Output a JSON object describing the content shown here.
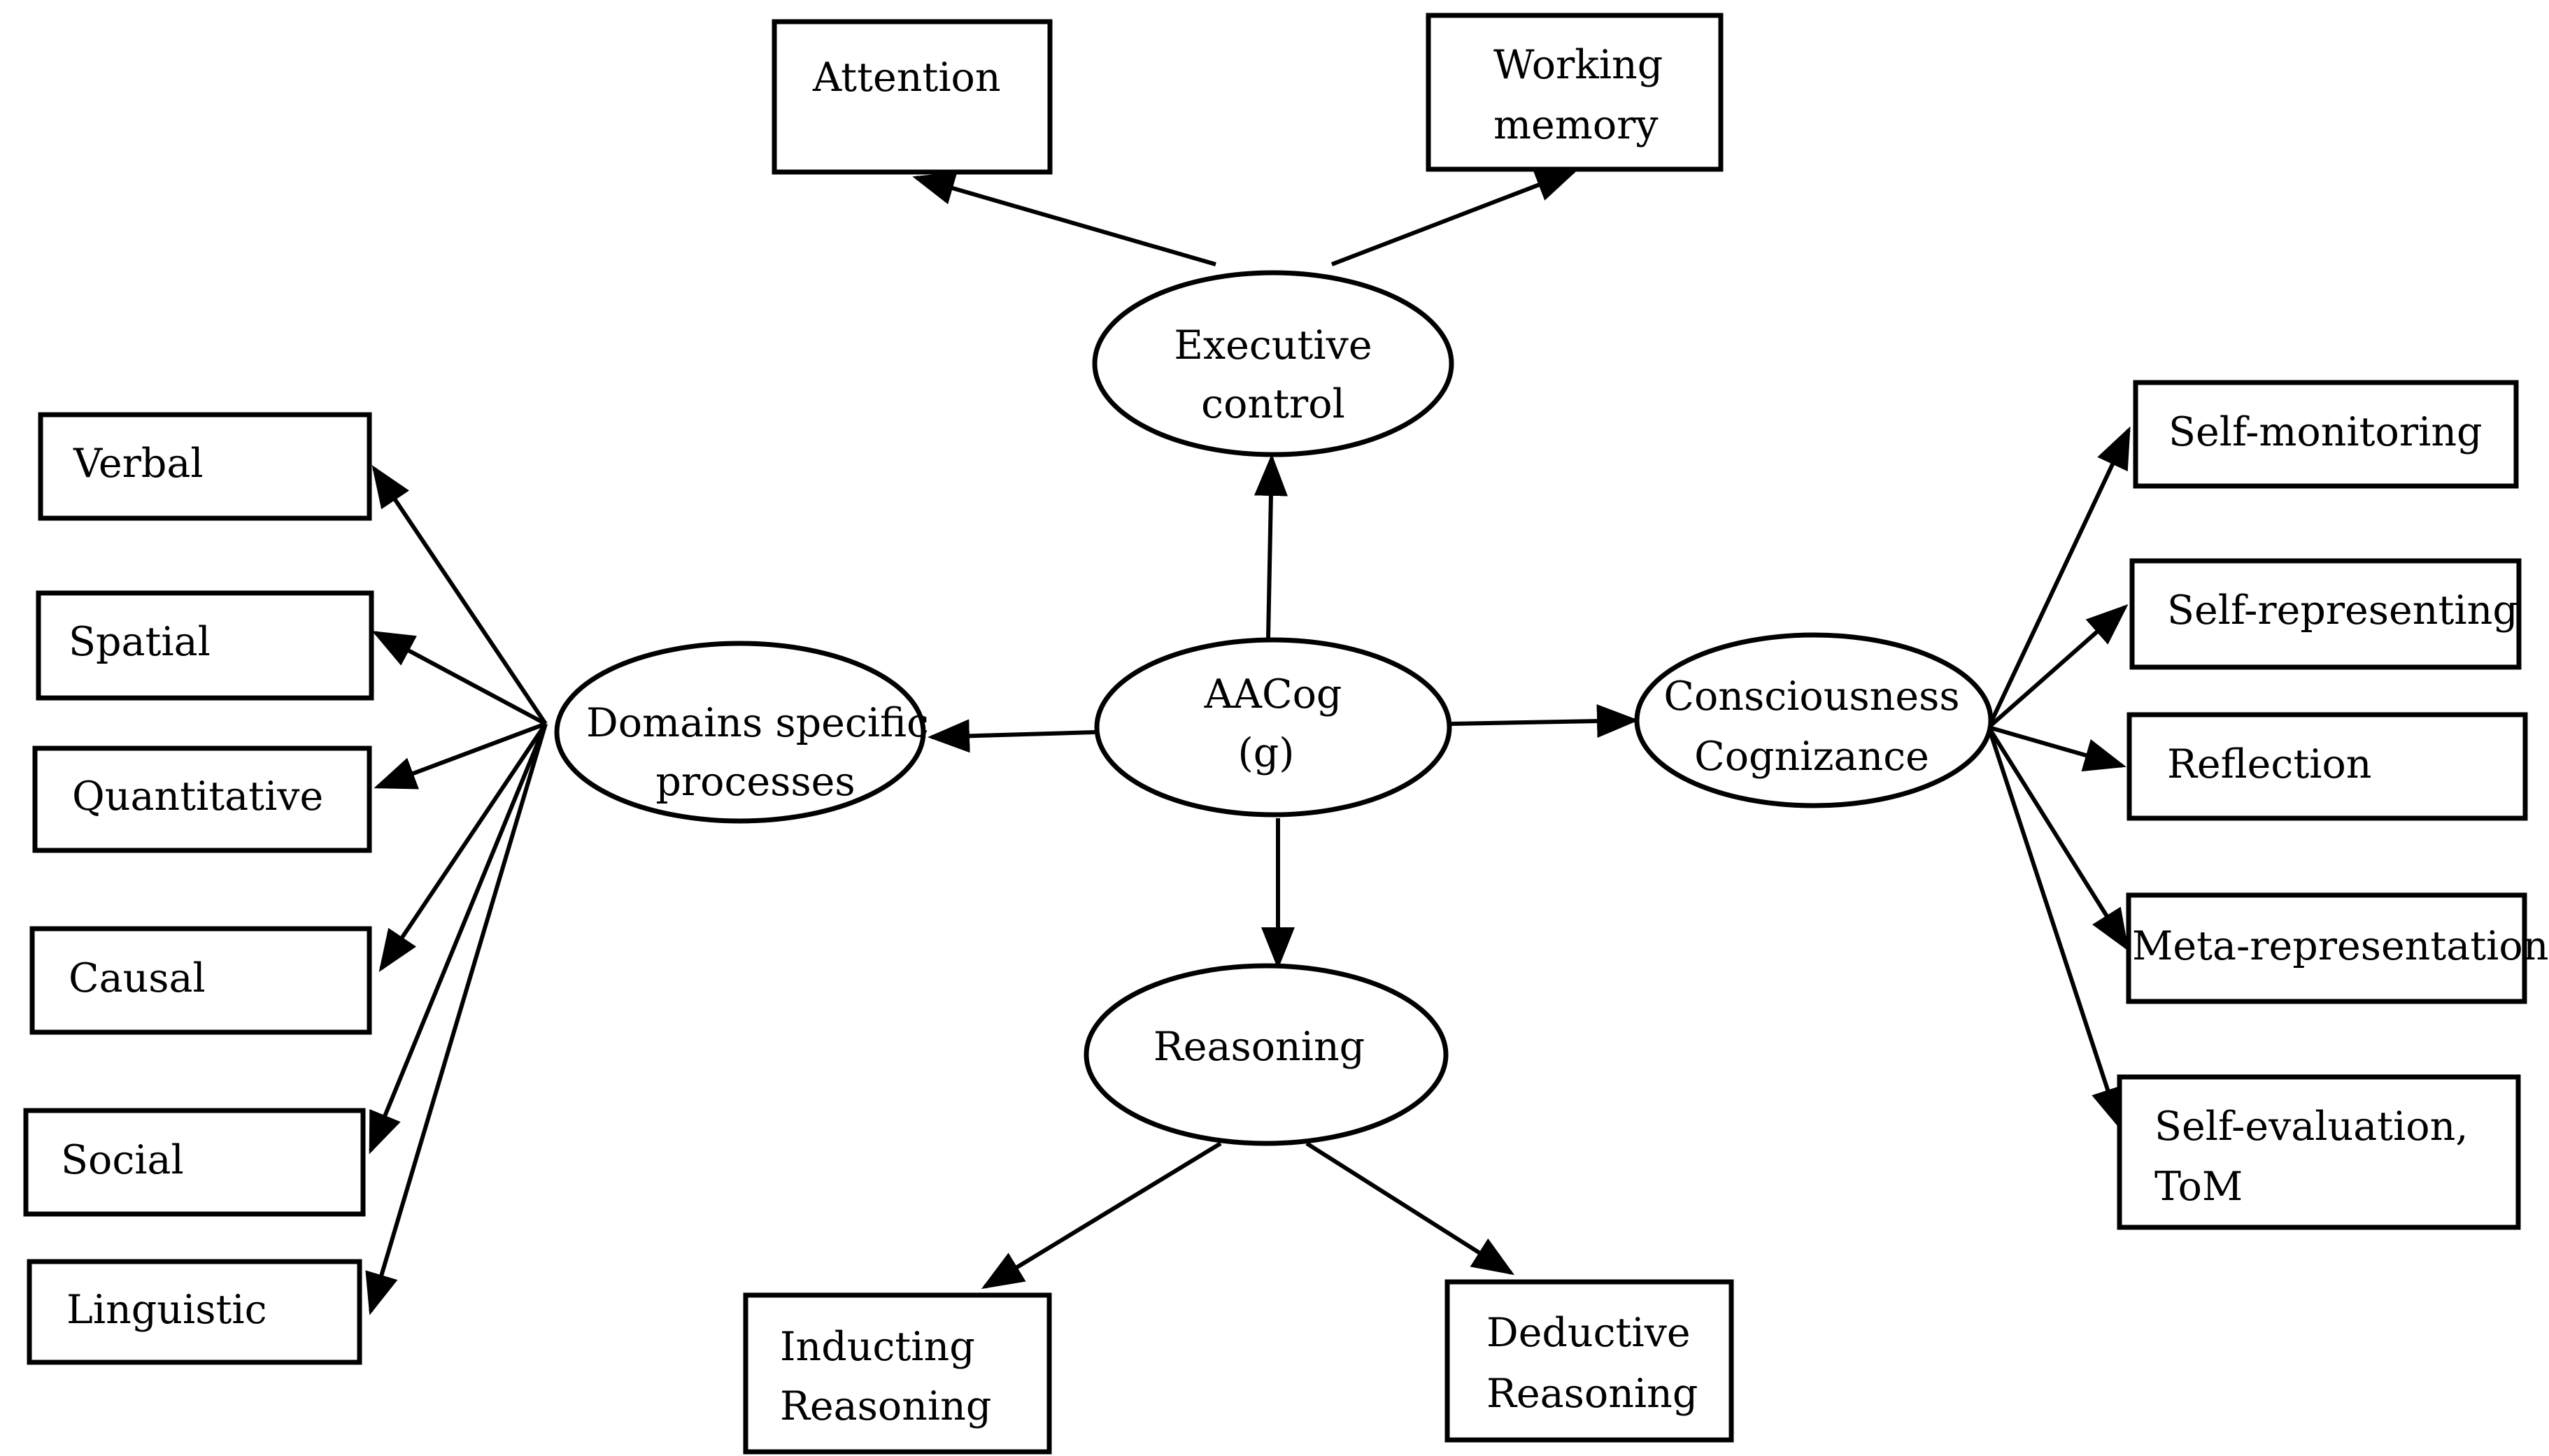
{
  "nodes": {
    "center": {
      "lines": [
        "AACog",
        "(g)"
      ],
      "shape": "ellipse"
    },
    "executive_control": {
      "lines": [
        "Executive",
        "control"
      ],
      "shape": "ellipse"
    },
    "domains_specific": {
      "lines": [
        "Domains specific",
        "processes"
      ],
      "shape": "ellipse"
    },
    "consciousness": {
      "lines": [
        "Consciousness",
        "Cognizance"
      ],
      "shape": "ellipse"
    },
    "reasoning": {
      "lines": [
        "Reasoning"
      ],
      "shape": "ellipse"
    },
    "attention": {
      "lines": [
        "Attention"
      ],
      "shape": "box"
    },
    "working_memory": {
      "lines": [
        "Working",
        "memory"
      ],
      "shape": "box"
    },
    "verbal": {
      "lines": [
        "Verbal"
      ],
      "shape": "box"
    },
    "spatial": {
      "lines": [
        "Spatial"
      ],
      "shape": "box"
    },
    "quantitative": {
      "lines": [
        "Quantitative"
      ],
      "shape": "box"
    },
    "causal": {
      "lines": [
        "Causal"
      ],
      "shape": "box"
    },
    "social": {
      "lines": [
        "Social"
      ],
      "shape": "box"
    },
    "linguistic": {
      "lines": [
        "Linguistic"
      ],
      "shape": "box"
    },
    "self_monitoring": {
      "lines": [
        "Self-monitoring"
      ],
      "shape": "box"
    },
    "self_representing": {
      "lines": [
        "Self-representing"
      ],
      "shape": "box"
    },
    "reflection": {
      "lines": [
        "Reflection"
      ],
      "shape": "box"
    },
    "meta_representation": {
      "lines": [
        "Meta-representation"
      ],
      "shape": "box"
    },
    "self_evaluation": {
      "lines": [
        "Self-evaluation,",
        "ToM"
      ],
      "shape": "box"
    },
    "inducting_reasoning": {
      "lines": [
        "Inducting",
        "Reasoning"
      ],
      "shape": "box"
    },
    "deductive_reasoning": {
      "lines": [
        "Deductive",
        "Reasoning"
      ],
      "shape": "box"
    }
  },
  "edges": [
    {
      "from": "center",
      "to": "executive_control"
    },
    {
      "from": "center",
      "to": "domains_specific"
    },
    {
      "from": "center",
      "to": "consciousness"
    },
    {
      "from": "center",
      "to": "reasoning"
    },
    {
      "from": "executive_control",
      "to": "attention"
    },
    {
      "from": "executive_control",
      "to": "working_memory"
    },
    {
      "from": "domains_specific",
      "to": "verbal"
    },
    {
      "from": "domains_specific",
      "to": "spatial"
    },
    {
      "from": "domains_specific",
      "to": "quantitative"
    },
    {
      "from": "domains_specific",
      "to": "causal"
    },
    {
      "from": "domains_specific",
      "to": "social"
    },
    {
      "from": "domains_specific",
      "to": "linguistic"
    },
    {
      "from": "consciousness",
      "to": "self_monitoring"
    },
    {
      "from": "consciousness",
      "to": "self_representing"
    },
    {
      "from": "consciousness",
      "to": "reflection"
    },
    {
      "from": "consciousness",
      "to": "meta_representation"
    },
    {
      "from": "consciousness",
      "to": "self_evaluation"
    },
    {
      "from": "reasoning",
      "to": "inducting_reasoning"
    },
    {
      "from": "reasoning",
      "to": "deductive_reasoning"
    }
  ]
}
